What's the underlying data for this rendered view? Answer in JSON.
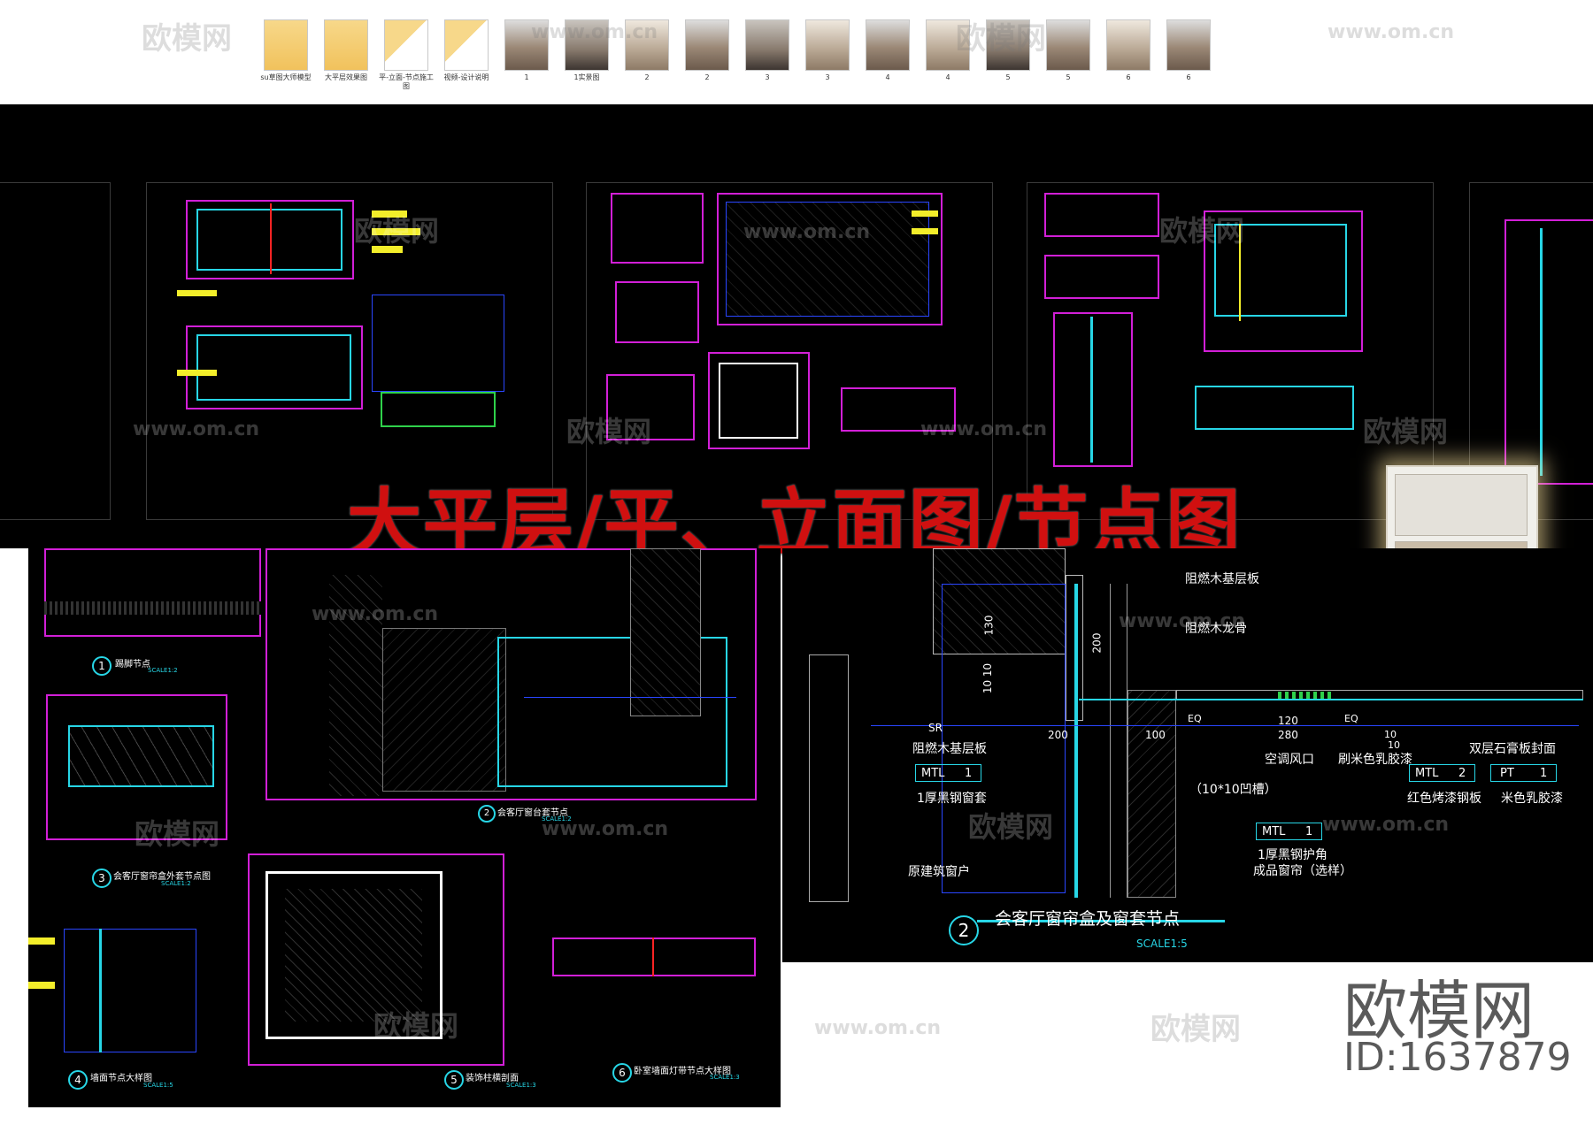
{
  "thumbnails": [
    {
      "label": "su草图大师模型",
      "kind": "folder"
    },
    {
      "label": "大平层效果图",
      "kind": "folder"
    },
    {
      "label": "平-立面-节点施工图",
      "kind": "folder-white"
    },
    {
      "label": "视频-设计说明",
      "kind": "folder-white"
    },
    {
      "label": "1",
      "kind": "photo"
    },
    {
      "label": "1实景图",
      "kind": "photo2"
    },
    {
      "label": "2",
      "kind": "photo3"
    },
    {
      "label": "2",
      "kind": "photo"
    },
    {
      "label": "3",
      "kind": "photo2"
    },
    {
      "label": "3",
      "kind": "photo3"
    },
    {
      "label": "4",
      "kind": "photo"
    },
    {
      "label": "4",
      "kind": "photo3"
    },
    {
      "label": "5",
      "kind": "photo2"
    },
    {
      "label": "5",
      "kind": "photo"
    },
    {
      "label": "6",
      "kind": "photo3"
    },
    {
      "label": "6",
      "kind": "photo"
    }
  ],
  "overlay_title": "大平层/平、立面图/节点图",
  "watermark_brand": "欧模网",
  "watermark_url": "www.om.cn",
  "brand_logo": "欧模网",
  "brand_id": "ID:1637879",
  "details_left": [
    {
      "num": "1",
      "title": "踢脚节点",
      "scale": "SCALE1:2"
    },
    {
      "num": "2",
      "title": "会客厅窗台套节点",
      "scale": "SCALE1:2"
    },
    {
      "num": "3",
      "title": "会客厅窗帘盒外套节点图",
      "scale": "SCALE1:2"
    },
    {
      "num": "4",
      "title": "墙面节点大样图",
      "scale": "SCALE1:5"
    },
    {
      "num": "5",
      "title": "装饰柱横剖面",
      "scale": "SCALE1:3"
    },
    {
      "num": "6",
      "title": "卧室墙面灯带节点大样图",
      "scale": "SCALE1:3"
    }
  ],
  "detail_right": {
    "num": "2",
    "title": "会客厅窗帘盒及窗套节点",
    "scale": "SCALE1:5",
    "labels": {
      "fire_board": "阻燃木基层板",
      "fire_keel": "阻燃木龙骨",
      "sr": "SR",
      "fire_board2": "阻燃木基层板",
      "mtl1_tag": "MTL",
      "mtl1_num": "1",
      "black_steel_sleeve": "1厚黑钢窗套",
      "orig_window": "原建筑窗户",
      "air_outlet": "空调风口",
      "groove": "（10*10凹槽）",
      "paint": "刷米色乳胶漆",
      "double_gypsum": "双层石膏板封面",
      "mtl2_tag": "MTL",
      "mtl2_num": "2",
      "red_steel": "红色烤漆钢板",
      "pt1_tag": "PT",
      "pt1_num": "1",
      "beige_paint": "米色乳胶漆",
      "mtl3_tag": "MTL",
      "mtl3_num": "1",
      "black_corner": "1厚黑钢护角",
      "curtain_box": "成品窗帘（选样）",
      "dim_130": "130",
      "dim_200v": "200",
      "dim_1010": "10 10",
      "dim_200": "200",
      "dim_100": "100",
      "dim_120": "120",
      "dim_280": "280",
      "dim_10a": "10",
      "dim_10b": "10",
      "eq1": "EQ",
      "eq2": "EQ"
    }
  },
  "colors": {
    "cad_bg": "#000000",
    "title_red": "#d01010",
    "cad_yellow": "#f3ee2a",
    "cad_cyan": "#27d6e6",
    "cad_magenta": "#d21fd7",
    "cad_blue": "#2a46ff"
  }
}
